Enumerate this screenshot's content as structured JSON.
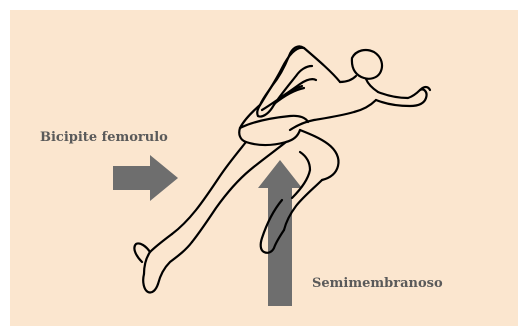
{
  "labels": {
    "biceps": "Bicipite femorulo",
    "semimembranosus": "Semimembranoso"
  },
  "colors": {
    "background": "#fbe6cf",
    "arrow": "#6e6e6e",
    "outline": "#000000",
    "text": "#5a5a5a"
  },
  "icons": {
    "figure": "sprinting-runner-outline",
    "arrow_right": "arrow-right",
    "arrow_up": "arrow-up"
  }
}
